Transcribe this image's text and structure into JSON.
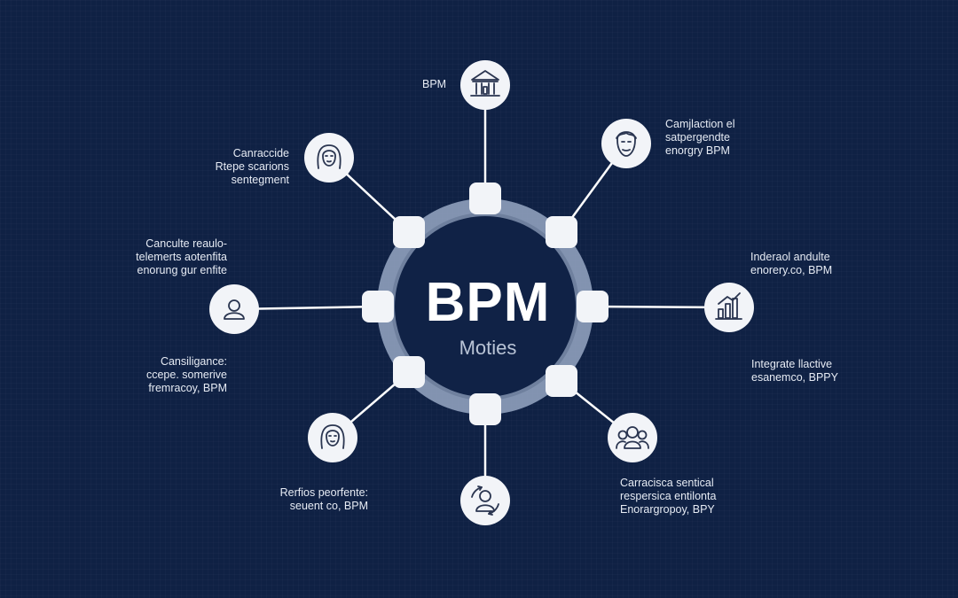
{
  "center": {
    "title": "BPM",
    "subtitle": "Moties"
  },
  "colors": {
    "background": "#0f2144",
    "ring": "#8fa0bd",
    "node_fill": "#f2f4f8",
    "icon_stroke": "#2a3550",
    "line": "#ffffff",
    "text": "#e6ebf4"
  },
  "nodes": [
    {
      "id": "top",
      "icon": "bank-building-icon",
      "label": "BPM"
    },
    {
      "id": "top-right",
      "icon": "man-portrait-icon",
      "label": "Camjlaction el\nsatpergendte\nenorgry BPM"
    },
    {
      "id": "right",
      "icon": "bar-chart-icon",
      "label": "Inderaol andulte\nenorery.co, BPM"
    },
    {
      "id": "bottom-right",
      "icon": "group-people-icon",
      "label": "Carracisca sentical\nrespersica entilonta\nEnorargropoy, BPY"
    },
    {
      "id": "bottom",
      "icon": "person-cycle-icon",
      "label": ""
    },
    {
      "id": "bottom-left",
      "icon": "woman-portrait-icon",
      "label": "Rerfios peorfente:\nseuent co, BPM"
    },
    {
      "id": "left",
      "icon": "user-icon",
      "label": "Canculte reaulo-\ntelemerts aotenfita\nenorung gur enfite"
    },
    {
      "id": "top-left",
      "icon": "woman-face-icon",
      "label": "Canraccide\nRtepe scarions\nsentegment"
    }
  ],
  "side_labels": [
    {
      "id": "left-lower",
      "label": "Cansiligance:\nccepe. somerive\nfremracoy, BPM"
    },
    {
      "id": "right-lower",
      "label": "Integrate llactive\nesanemco, BPPY"
    }
  ]
}
